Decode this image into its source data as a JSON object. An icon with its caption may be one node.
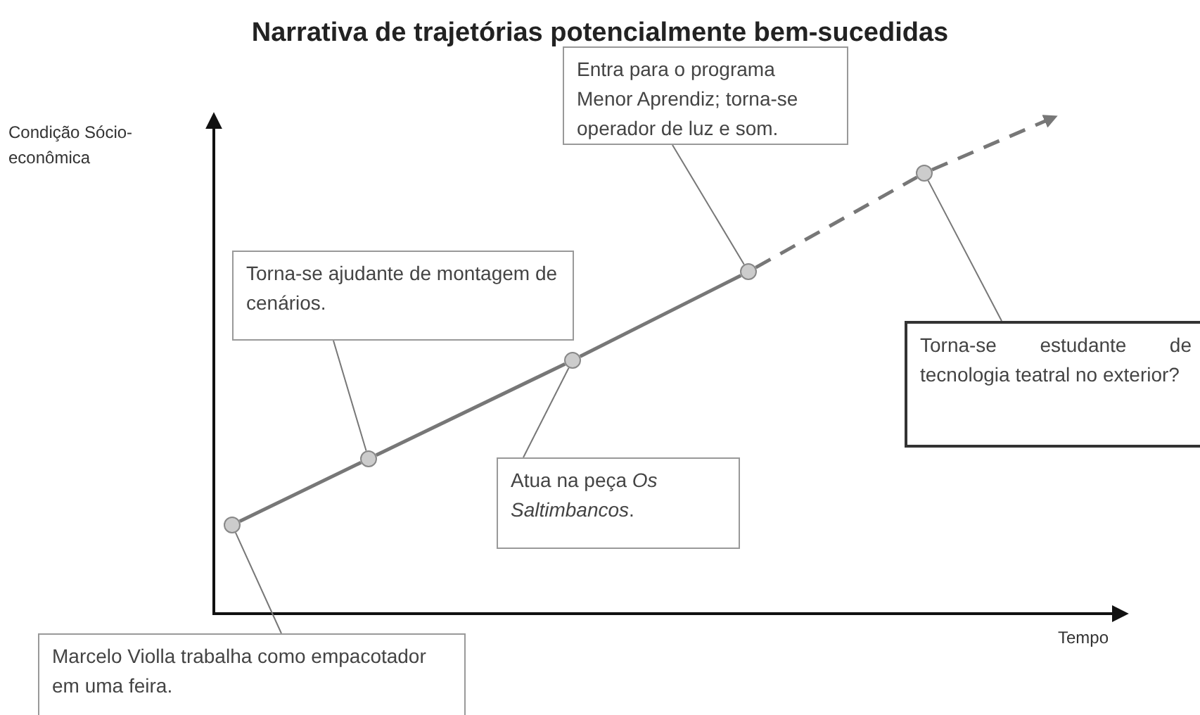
{
  "diagram": {
    "title": "Narrativa de trajetórias potencialmente bem-sucedidas",
    "nodes": [
      {
        "text": [
          "Entra para o programa Menor Aprendiz; torna-se operador de luz e som."
        ]
      },
      {
        "text": [
          "Torna-se ajudante de montagem de cenários."
        ]
      },
      {
        "text": [
          "Atua na peça *Os Saltimbancos*."
        ]
      },
      {
        "text": [
          "Torna-se estudante de tecnologia teatral no exterior?"
        ]
      },
      {
        "text": [
          "Marcelo Violla trabalha como empacotador em uma feira."
        ]
      },
      {
        "text": [],
        "shape": "circle"
      },
      {
        "text": [],
        "shape": "circle"
      },
      {
        "text": [],
        "shape": "circle"
      },
      {
        "text": [],
        "shape": "circle"
      },
      {
        "text": [],
        "shape": "circle"
      }
    ],
    "edges": [
      {
        "from": 0,
        "to": 8,
        "arrow": "none"
      },
      {
        "from": 1,
        "to": 6,
        "arrow": "none"
      },
      {
        "from": 2,
        "to": 7,
        "arrow": "none"
      },
      {
        "from": 3,
        "to": 9,
        "arrow": "none"
      },
      {
        "from": 4,
        "to": 5,
        "arrow": "none"
      },
      {
        "from": 5,
        "to": 6,
        "arrow": "none",
        "style": "thick"
      },
      {
        "from": 6,
        "to": 7,
        "arrow": "none",
        "style": "thick"
      },
      {
        "from": 7,
        "to": 8,
        "arrow": "none",
        "style": "thick"
      },
      {
        "from": 8,
        "to": 9,
        "arrow": "none",
        "style": "dashed"
      },
      {
        "from": 9,
        "to": null,
        "arrow": "to",
        "style": "dashed"
      }
    ],
    "labels": [
      "Condição Sócio-econômica",
      "Tempo"
    ]
  }
}
